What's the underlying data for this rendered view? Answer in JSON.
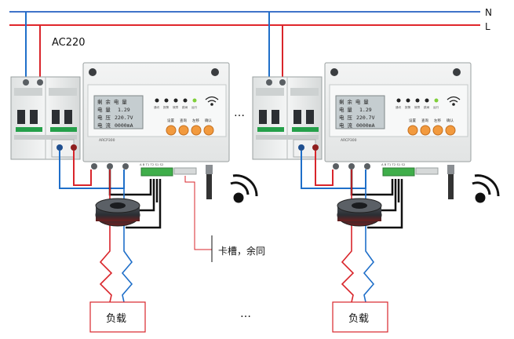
{
  "lines": {
    "n_label": "N",
    "l_label": "L",
    "supply_label": "AC220"
  },
  "colors": {
    "neutral": "#1f6fc9",
    "live": "#d9252b",
    "bus_n": "#3f73c9",
    "bus_l": "#e0262b",
    "signal": "#111111",
    "load_box": "#d9252b",
    "panel_bg": "#e9ebeb",
    "key_orange": "#f29a3e"
  },
  "units": [
    {
      "model": "ARCP300",
      "lcd": [
        "剩 余 电 量",
        "电 量",
        "电 压",
        "电 流"
      ],
      "lcd_values": [
        "",
        "1.29",
        "220.7V",
        "0000mA"
      ],
      "keys": [
        "设置",
        "查询",
        "左移",
        "确认"
      ],
      "indicators": [
        "通讯",
        "报警",
        "故障",
        "跳闸",
        "运行"
      ],
      "terminal_text": "A B T1 T2 S1 S2",
      "load_label": "负载"
    },
    {
      "model": "ARCP300",
      "lcd": [
        "剩 余 电 量",
        "电 量",
        "电 压",
        "电 流"
      ],
      "lcd_values": [
        "",
        "1.29",
        "220.7V",
        "0000mA"
      ],
      "keys": [
        "设置",
        "查询",
        "左移",
        "确认"
      ],
      "indicators": [
        "通讯",
        "报警",
        "故障",
        "跳闸",
        "运行"
      ],
      "terminal_text": "A B T1 T2 S1 S2",
      "load_label": "负载"
    }
  ],
  "ellipsis": "…",
  "annotation": "卡槽，余同"
}
